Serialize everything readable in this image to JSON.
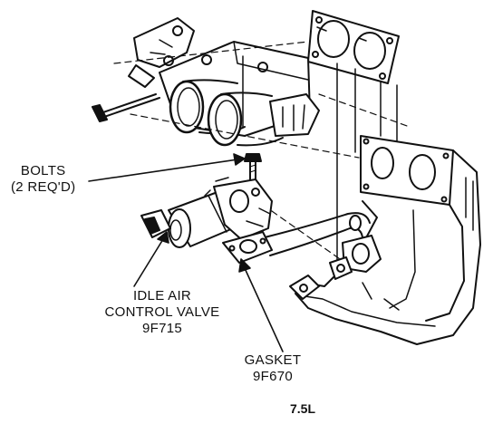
{
  "callouts": {
    "bolts": {
      "line1": "BOLTS",
      "line2": "(2 REQ'D)"
    },
    "idle_air_control_valve": {
      "line1": "IDLE AIR",
      "line2": "CONTROL VALVE",
      "line3": "9F715"
    },
    "gasket": {
      "line1": "GASKET",
      "line2": "9F670"
    }
  },
  "engine": {
    "label": "7.5L"
  },
  "colors": {
    "ink": "#111111",
    "paper": "#ffffff"
  }
}
